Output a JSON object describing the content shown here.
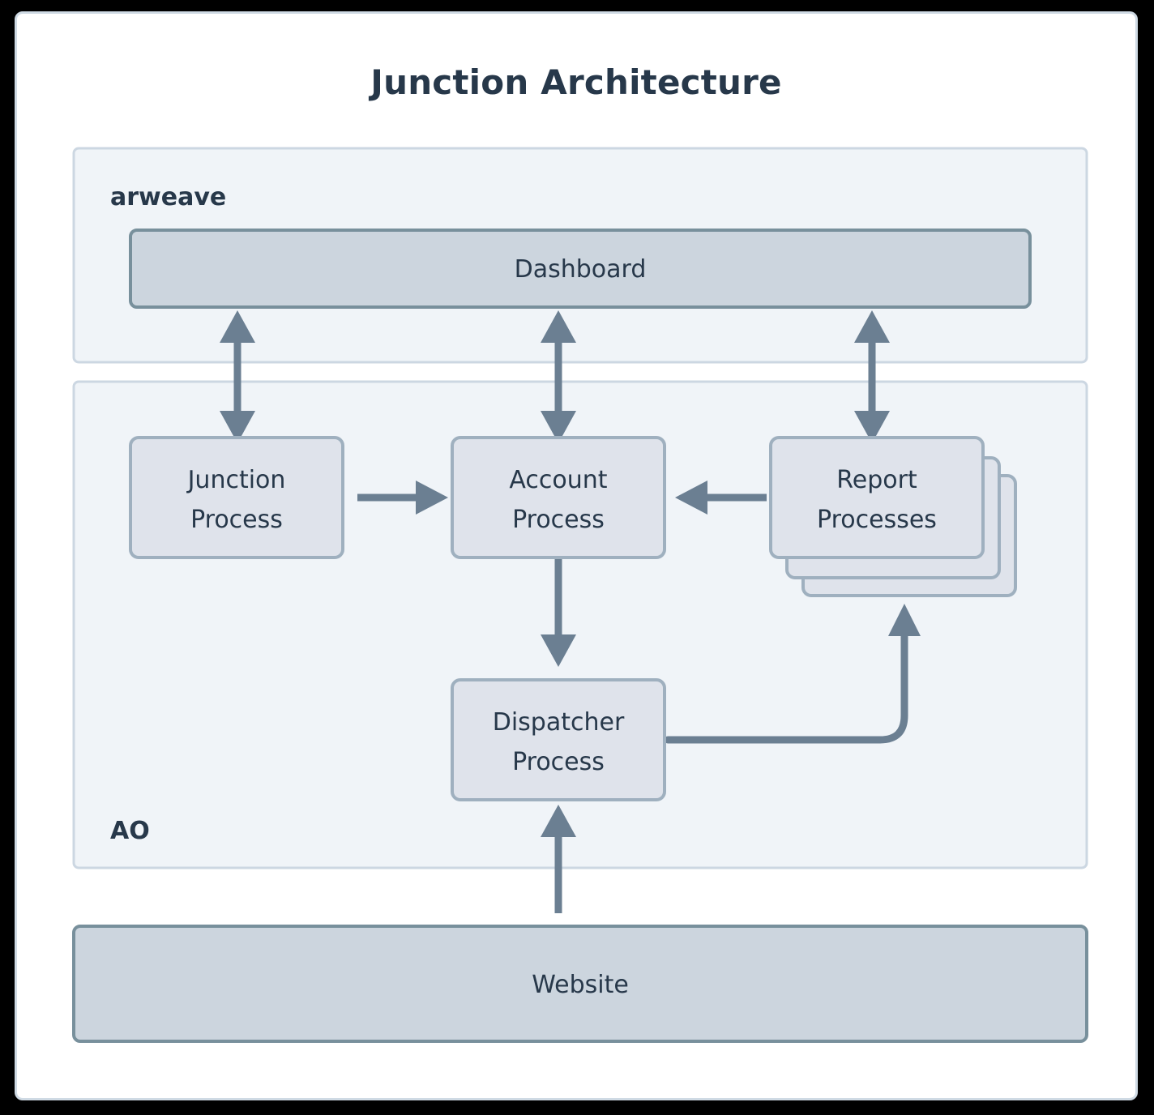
{
  "title": "Junction Architecture",
  "subgraphs": [
    {
      "id": "arweave",
      "label": "arweave"
    },
    {
      "id": "ao",
      "label": "AO"
    }
  ],
  "nodes": [
    {
      "id": "dashboard",
      "label": "Dashboard",
      "style": "dark",
      "shape": "rect"
    },
    {
      "id": "junction-process",
      "label_line1": "Junction",
      "label_line2": "Process",
      "style": "light",
      "shape": "rect"
    },
    {
      "id": "account-process",
      "label_line1": "Account",
      "label_line2": "Process",
      "style": "light",
      "shape": "rect"
    },
    {
      "id": "report-processes",
      "label_line1": "Report",
      "label_line2": "Processes",
      "style": "light",
      "shape": "stack"
    },
    {
      "id": "dispatcher-process",
      "label_line1": "Dispatcher",
      "label_line2": "Process",
      "style": "light",
      "shape": "rect"
    },
    {
      "id": "website",
      "label": "Website",
      "style": "dark",
      "shape": "rect"
    }
  ],
  "edges": [
    {
      "from": "junction-process",
      "to": "dashboard",
      "direction": "bidirectional"
    },
    {
      "from": "account-process",
      "to": "dashboard",
      "direction": "bidirectional"
    },
    {
      "from": "report-processes",
      "to": "dashboard",
      "direction": "bidirectional"
    },
    {
      "from": "junction-process",
      "to": "account-process",
      "direction": "forward"
    },
    {
      "from": "report-processes",
      "to": "account-process",
      "direction": "forward"
    },
    {
      "from": "account-process",
      "to": "dispatcher-process",
      "direction": "forward"
    },
    {
      "from": "dispatcher-process",
      "to": "report-processes",
      "direction": "forward"
    },
    {
      "from": "website",
      "to": "dispatcher-process",
      "direction": "forward"
    }
  ],
  "colors": {
    "page_background": "#000000",
    "card_background": "#ffffff",
    "card_border": "#cfdae4",
    "subgraph_fill": "#f0f4f8",
    "subgraph_border": "#ccd7e2",
    "node_dark_fill": "#ccd5de",
    "node_dark_border": "#78909c",
    "node_light_fill": "#dfe3eb",
    "node_light_border": "#9fb0bf",
    "edge": "#6b7f92",
    "text": "#27384a"
  }
}
